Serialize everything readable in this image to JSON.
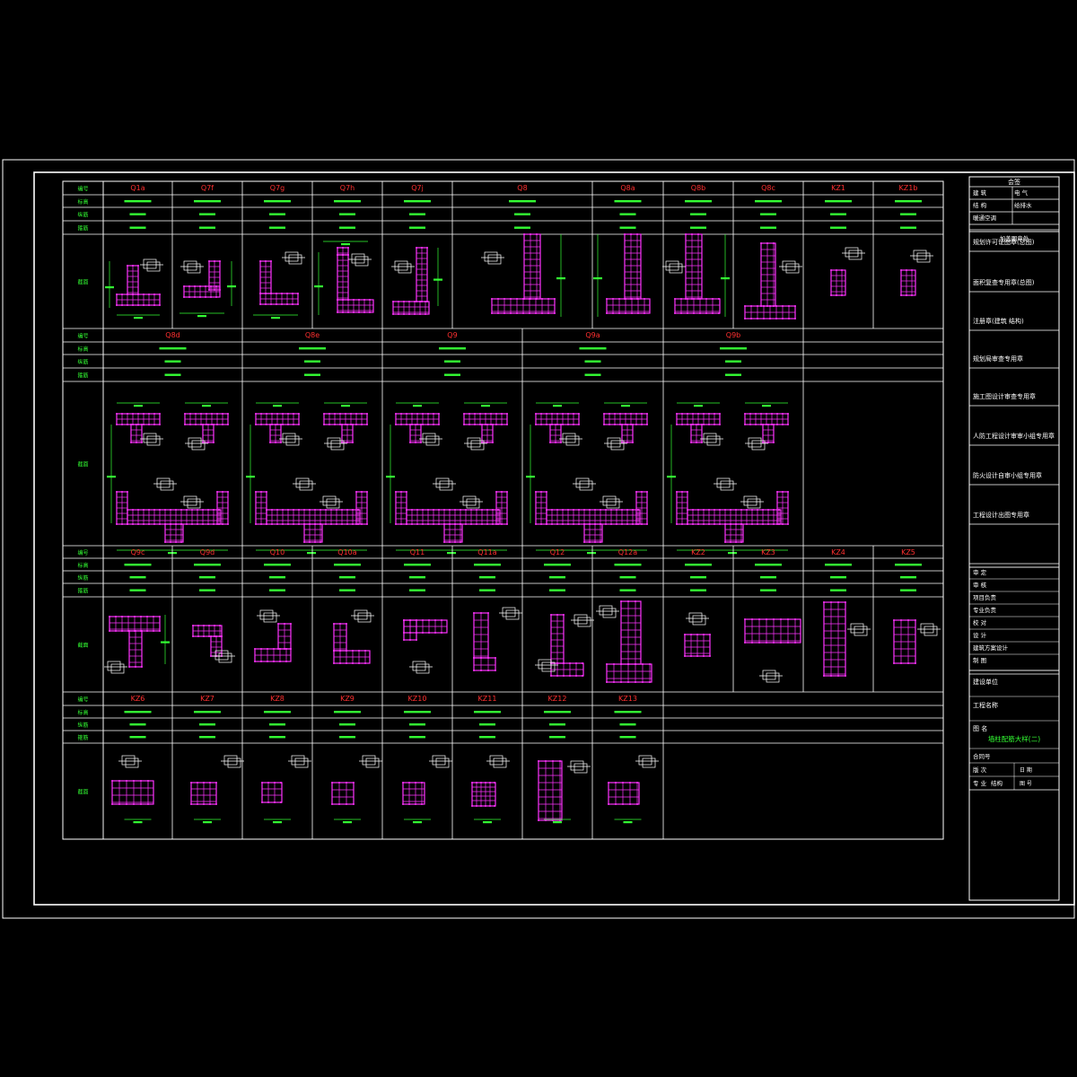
{
  "colors": {
    "background": "#000000",
    "frame": "#ffffff",
    "red_text": "#ff3030",
    "green_text": "#33ff33",
    "magenta_section": "#ff33ff",
    "white_detail": "#ffffff"
  },
  "row_labels": {
    "number": "编号",
    "elevation": "标高",
    "rebar": "纵筋",
    "stirrup": "箍筋",
    "section": "截面"
  },
  "band1": {
    "titles": [
      "Q1a",
      "Q7f",
      "Q7g",
      "Q7h",
      "Q7j",
      "Q8",
      "Q8a",
      "Q8b",
      "Q8c",
      "KZ1",
      "KZ1b"
    ]
  },
  "band2": {
    "titles": [
      "Q8d",
      "Q8e",
      "Q9",
      "Q9a",
      "Q9b"
    ]
  },
  "band3": {
    "titles": [
      "Q9c",
      "Q9d",
      "Q10",
      "Q10a",
      "Q11",
      "Q11a",
      "Q12",
      "Q12a",
      "KZ2",
      "KZ3",
      "KZ4",
      "KZ5"
    ]
  },
  "band4": {
    "titles": [
      "KZ6",
      "KZ7",
      "KZ8",
      "KZ9",
      "KZ10",
      "KZ11",
      "KZ12",
      "KZ13"
    ]
  },
  "title_block": {
    "header": "会签",
    "disciplines": [
      "建 筑",
      "电 气",
      "结 构",
      "给排水",
      "暖通空调"
    ],
    "stamp_header": "加盖图章处",
    "stamps": [
      "规划许可证图章(总图)",
      "面积复查专用章(总图)",
      "注册章(建筑 结构)",
      "规划局审查专用章",
      "施工图设计审查专用章",
      "人防工程设计审审小组专用章",
      "防火设计自审小组专用章",
      "工程设计出图专用章"
    ],
    "signoff": [
      "审 定",
      "审 核",
      "项目负责",
      "专业负责",
      "校 对",
      "设 计",
      "建筑方案设计",
      "制 图"
    ],
    "client_label": "建设单位",
    "project_label": "工程名称",
    "drawing_label": "图 名",
    "drawing_name": "墙柱配筋大样(二)",
    "contract_label": "合同号",
    "version_label": "版 次",
    "date_label": "日 期",
    "discipline_label": "专 业",
    "discipline_value": "结构",
    "sheet_label": "图 号"
  }
}
